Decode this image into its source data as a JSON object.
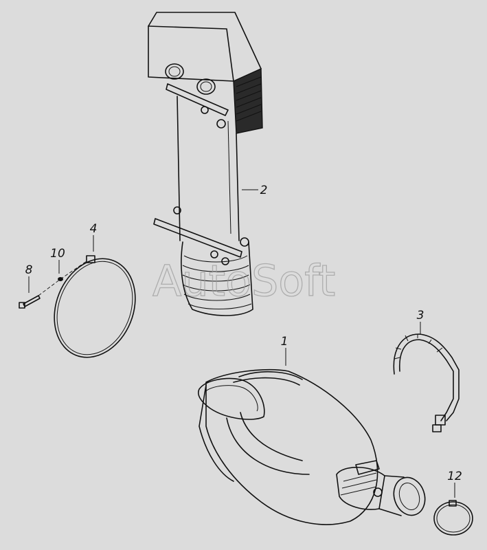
{
  "watermark": "AutoSoft",
  "callouts": {
    "c1": "1",
    "c2": "2",
    "c3": "3",
    "c4": "4",
    "c8": "8",
    "c10": "10",
    "c12": "12"
  }
}
